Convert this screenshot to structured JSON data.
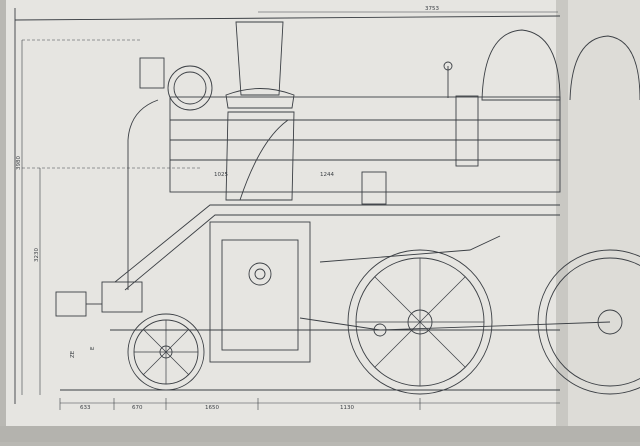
{
  "drawing": {
    "title": "",
    "dimensions": {
      "overall_length_top": "3753",
      "overall_height": "3980",
      "height_left": "3230",
      "chimney_offset": "1025",
      "dome_offset": "1244",
      "base_left": "633",
      "base_second": "670",
      "base_cylinder": "1650",
      "base_wheel": "1130",
      "small_a": "ZE",
      "small_b": "E"
    }
  },
  "colors": {
    "paper": "#e4e3df",
    "paper_shadow": "#b9b8b3",
    "ink": "#3b3f44",
    "ink_light": "#6d7075"
  }
}
